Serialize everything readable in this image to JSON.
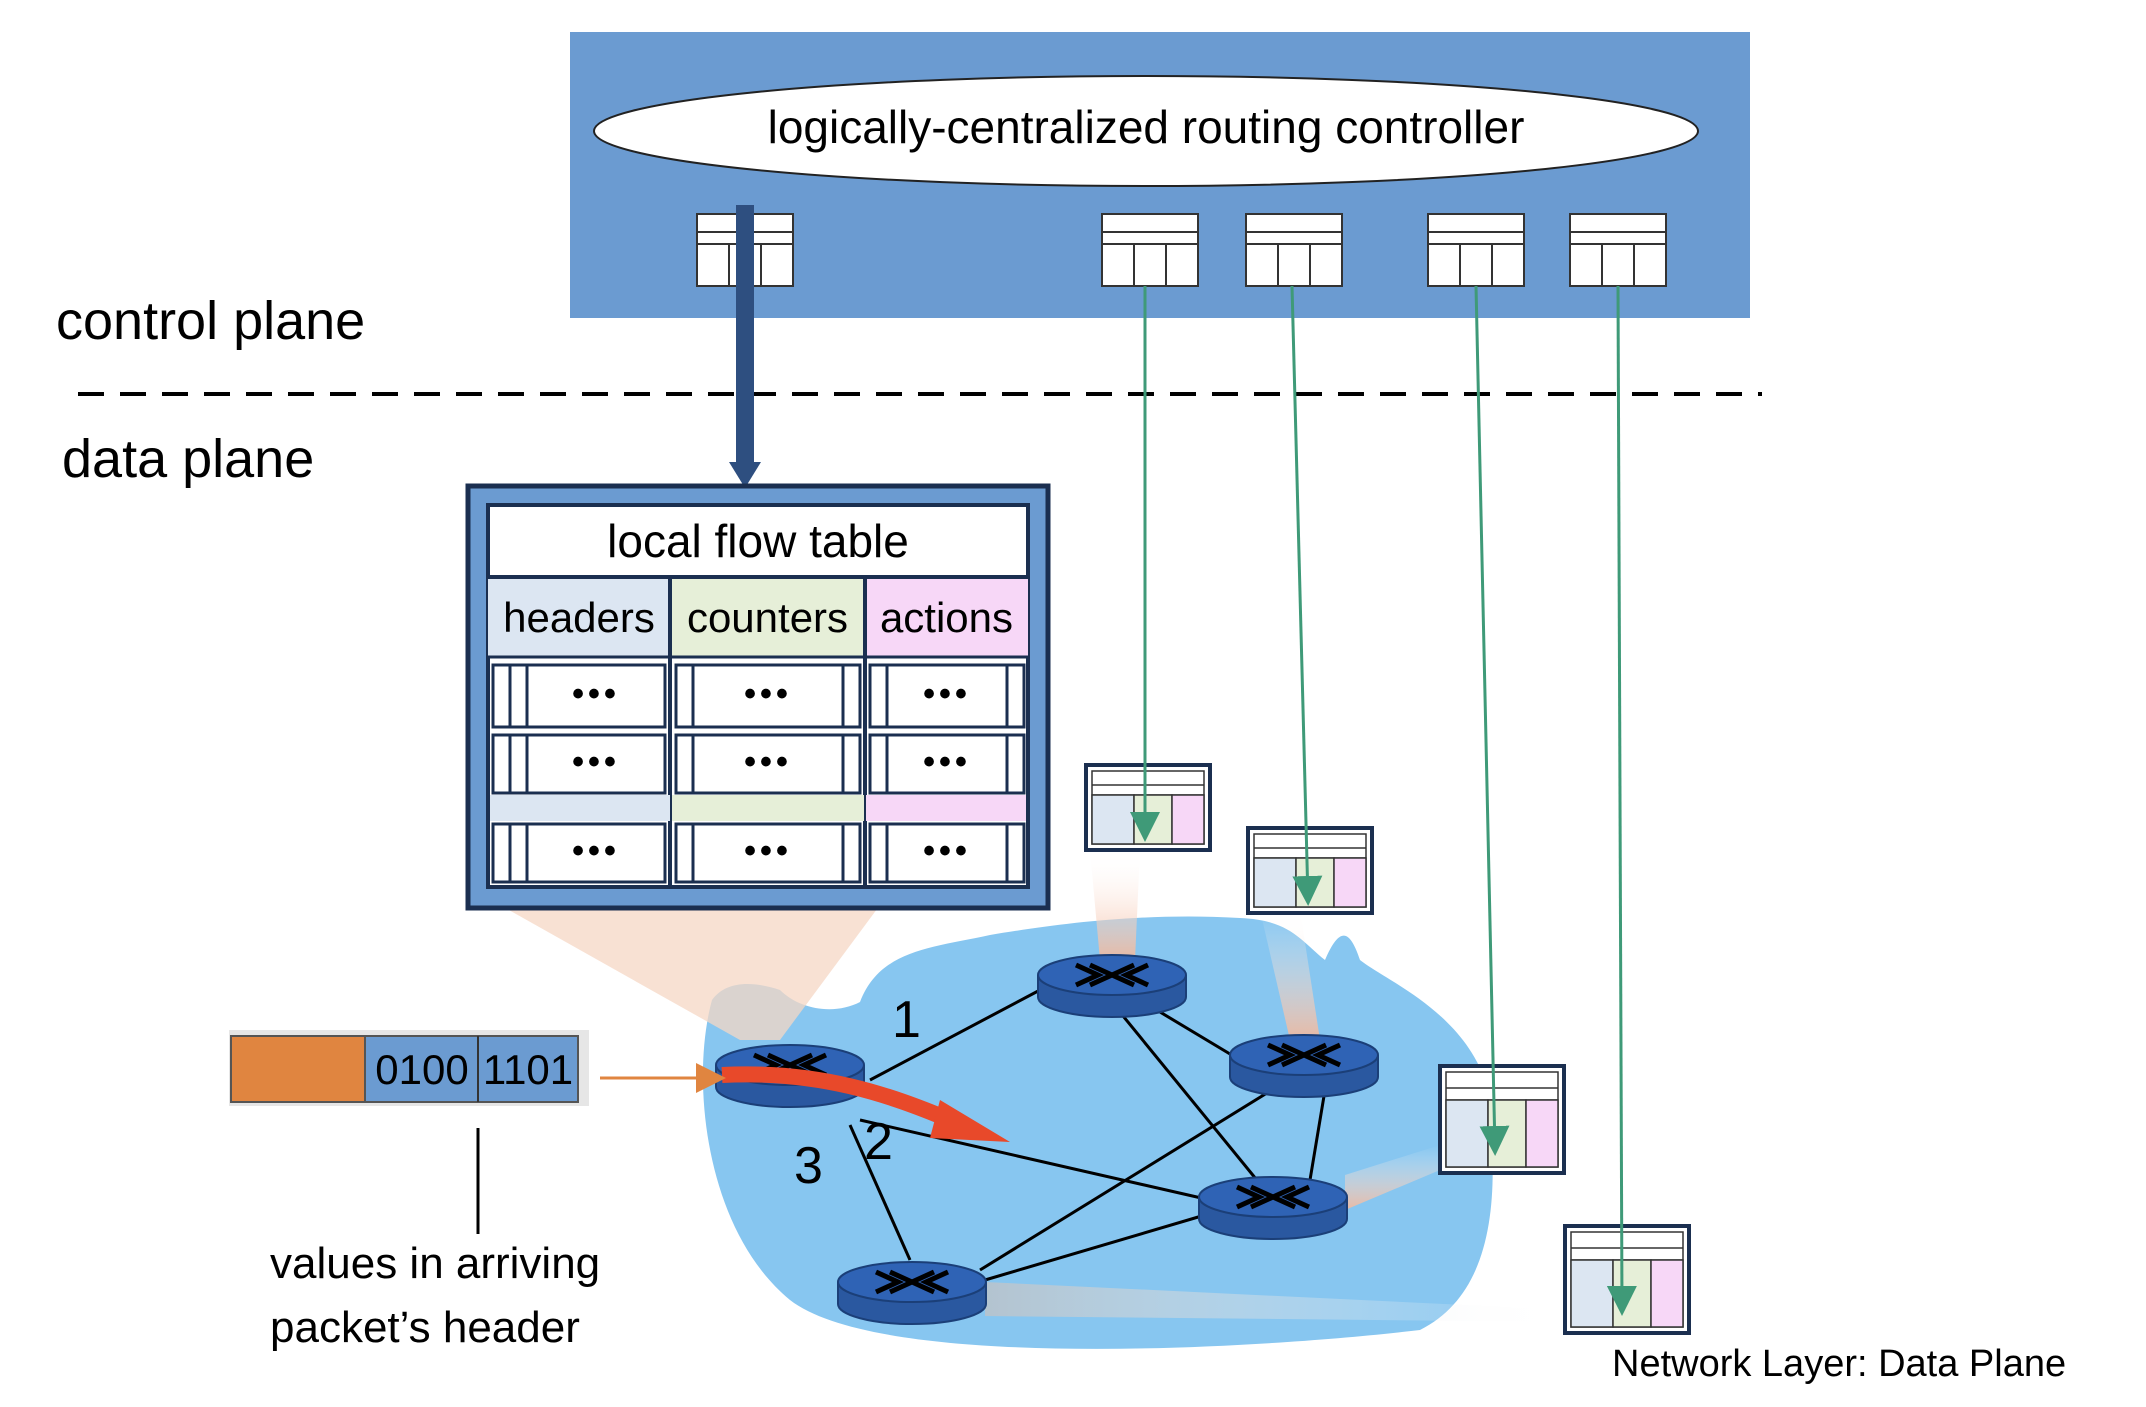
{
  "diagram": {
    "controller_label": "logically-centralized routing controller",
    "control_plane_label": "control plane",
    "data_plane_label": "data plane",
    "flow_table": {
      "title": "local flow table",
      "columns": [
        "headers",
        "counters",
        "actions"
      ],
      "rows": [
        [
          "•••",
          "•••",
          "•••"
        ],
        [
          "•••",
          "•••",
          "•••"
        ],
        [
          "•••",
          "•••",
          "•••"
        ]
      ]
    },
    "ports": [
      "1",
      "2",
      "3"
    ],
    "packet": {
      "fields": [
        "0100",
        "1101"
      ]
    },
    "packet_note": [
      "values in arriving",
      "packet’s header"
    ],
    "footer": "Network Layer: Data Plane"
  },
  "colors": {
    "controller_box": "#6b9bd1",
    "network_cloud": "#87c6f0",
    "router": "#2f63b5",
    "dark_blue": "#2e4f80",
    "green_arrow": "#3f9a78",
    "red_arrow": "#e8492a",
    "packet_orange": "#e08540",
    "packet_blue": "#6b9bd1",
    "headers_col": "#dce6f2",
    "counters_col": "#e6efd8",
    "actions_col": "#f7d7f7"
  }
}
